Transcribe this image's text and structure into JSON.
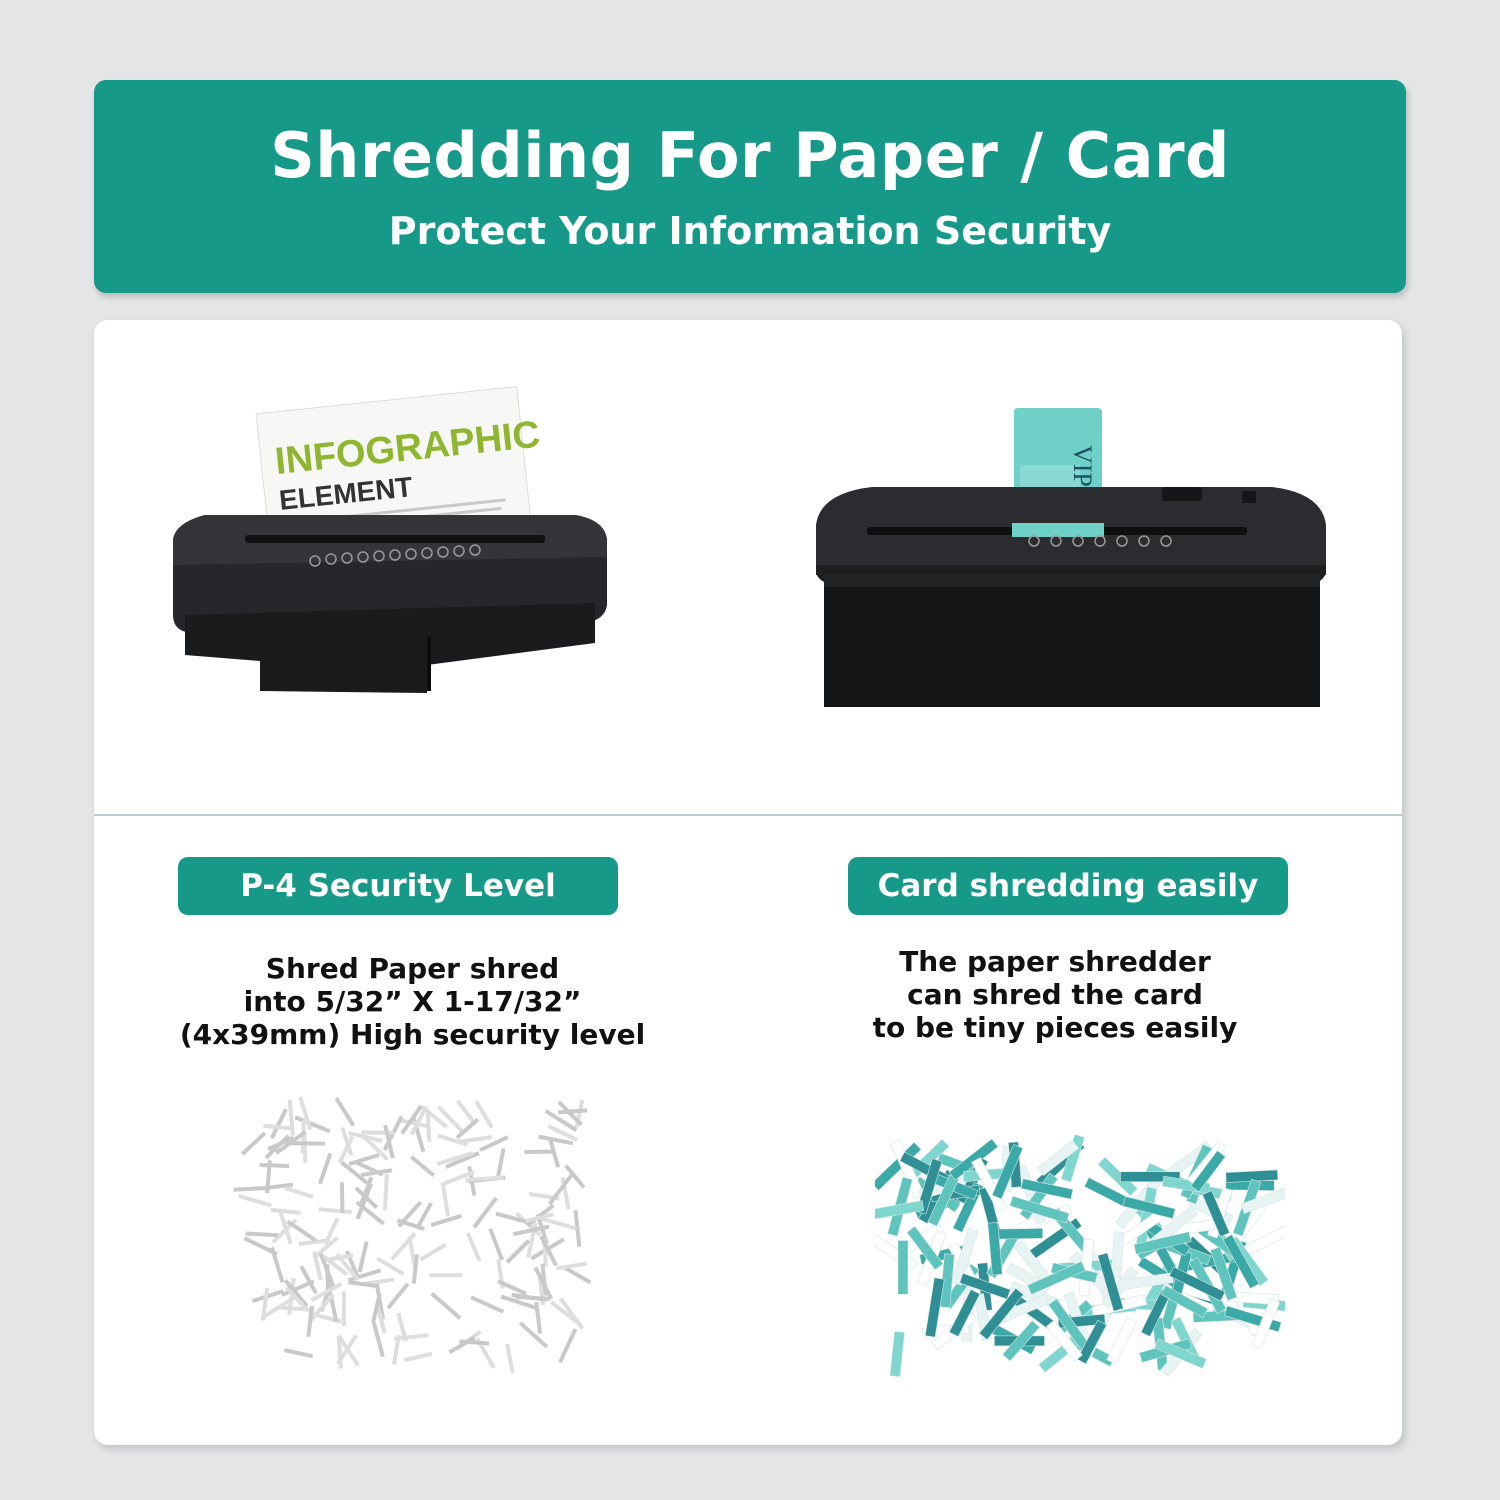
{
  "header": {
    "title": "Shredding For Paper / Card",
    "subtitle": "Protect Your Information Security"
  },
  "left_product": {
    "card_line1": "INFOGRAPHIC",
    "card_line2": "ELEMENT",
    "badge": "P-4 Security Level",
    "description": [
      "Shred Paper shred",
      "into 5/32” X 1-17/32”",
      "(4x39mm) High security level"
    ]
  },
  "right_product": {
    "card_label": "VIP",
    "badge": "Card shredding easily",
    "description": [
      "The paper shredder",
      "can shred the card",
      "to be tiny pieces easily"
    ]
  },
  "colors": {
    "brand_teal": "#17998a",
    "card_teal": "#6fd0c8",
    "shredder_black": "#1e1f21",
    "background": "#e3e5e6"
  }
}
